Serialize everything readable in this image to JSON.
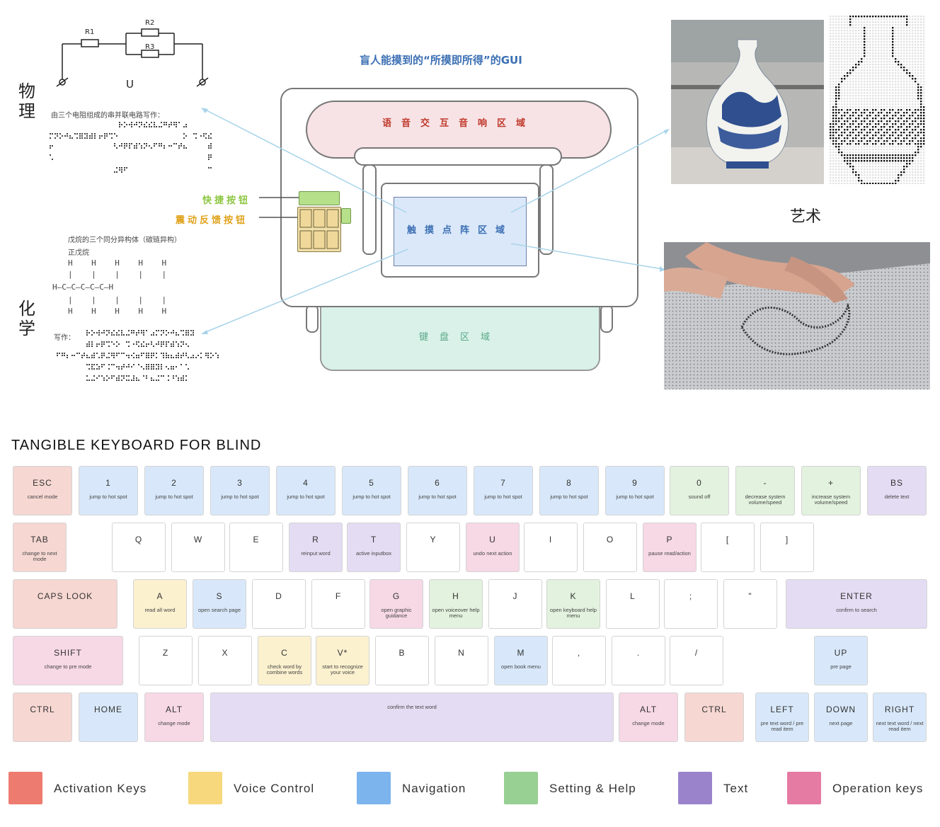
{
  "colors": {
    "activation": "#ee7b6f",
    "voice": "#f7d87c",
    "navigation": "#7cb4ee",
    "setting": "#98cf93",
    "text": "#9b83cc",
    "operation": "#e57aa3",
    "activation_light": "#f6d7d2",
    "voice_light": "#fbf1cf",
    "navigation_light": "#d8e8fa",
    "setting_light": "#e2f2de",
    "text_light": "#e4dcf3",
    "operation_light": "#f7d8e5",
    "plain": "#ffffff"
  },
  "top": {
    "gui_title": "盲人能摸到的“所摸即所得”的GUI",
    "subject_physics": "物理",
    "subject_chemistry": "化学",
    "subject_art": "艺术",
    "speaker_zone": "语音交互音响区域",
    "touch_zone": "触摸点阵区域",
    "keyboard_zone": "键盘区域",
    "shortcut_button": "快捷按钮",
    "vibration_button": "震动反馈按钮",
    "physics": {
      "r1": "R1",
      "r2": "R2",
      "r3": "R3",
      "u": "U",
      "caption": "由三个电阻组成的串并联电路写作："
    },
    "chemistry": {
      "caption": "戊烷的三个同分异构体（碳链异构）",
      "sub": "正戊烷",
      "row_h": "H    H    H    H    H",
      "row_bar": "|    |    |    |    |",
      "row_chain": "H—C—C—C—C—C—H",
      "write": "写作："
    }
  },
  "keyboard": {
    "title": "TANGIBLE KEYBOARD FOR BLIND",
    "rows": [
      [
        {
          "label": "ESC",
          "sub": "cancel mode",
          "cat": "activation_light"
        },
        {
          "label": "1",
          "sub": "jump to hot spot",
          "cat": "navigation_light"
        },
        {
          "label": "2",
          "sub": "jump to hot spot",
          "cat": "navigation_light"
        },
        {
          "label": "3",
          "sub": "jump to hot spot",
          "cat": "navigation_light"
        },
        {
          "label": "4",
          "sub": "jump to hot spot",
          "cat": "navigation_light"
        },
        {
          "label": "5",
          "sub": "jump to hot spot",
          "cat": "navigation_light"
        },
        {
          "label": "6",
          "sub": "jump to hot spot",
          "cat": "navigation_light"
        },
        {
          "label": "7",
          "sub": "jump to hot spot",
          "cat": "navigation_light"
        },
        {
          "label": "8",
          "sub": "jump to hot spot",
          "cat": "navigation_light"
        },
        {
          "label": "9",
          "sub": "jump to hot spot",
          "cat": "navigation_light"
        },
        {
          "label": "0",
          "sub": "sound off",
          "cat": "setting_light"
        },
        {
          "label": "-",
          "sub": "decrease system volume/speed",
          "cat": "setting_light"
        },
        {
          "label": "+",
          "sub": "increase system volume/speed",
          "cat": "setting_light"
        },
        {
          "label": "BS",
          "sub": "delete text",
          "cat": "text_light"
        }
      ],
      [
        {
          "label": "TAB",
          "sub": "change to next mode",
          "cat": "activation_light"
        },
        {
          "label": "Q",
          "sub": "",
          "cat": "plain"
        },
        {
          "label": "W",
          "sub": "",
          "cat": "plain"
        },
        {
          "label": "E",
          "sub": "",
          "cat": "plain"
        },
        {
          "label": "R",
          "sub": "reinput word",
          "cat": "text_light"
        },
        {
          "label": "T",
          "sub": "active inputbox",
          "cat": "text_light"
        },
        {
          "label": "Y",
          "sub": "",
          "cat": "plain"
        },
        {
          "label": "U",
          "sub": "undo next action",
          "cat": "operation_light"
        },
        {
          "label": "I",
          "sub": "",
          "cat": "plain"
        },
        {
          "label": "O",
          "sub": "",
          "cat": "plain"
        },
        {
          "label": "P",
          "sub": "pause read/action",
          "cat": "operation_light"
        },
        {
          "label": "[",
          "sub": "",
          "cat": "plain"
        },
        {
          "label": "]",
          "sub": "",
          "cat": "plain"
        }
      ],
      [
        {
          "label": "CAPS LOOK",
          "sub": "",
          "cat": "activation_light"
        },
        {
          "label": "A",
          "sub": "read all word",
          "cat": "voice_light"
        },
        {
          "label": "S",
          "sub": "open search page",
          "cat": "navigation_light"
        },
        {
          "label": "D",
          "sub": "",
          "cat": "plain"
        },
        {
          "label": "F",
          "sub": "",
          "cat": "plain"
        },
        {
          "label": "G",
          "sub": "open graphic guidance",
          "cat": "operation_light"
        },
        {
          "label": "H",
          "sub": "open voiceover help menu",
          "cat": "setting_light"
        },
        {
          "label": "J",
          "sub": "",
          "cat": "plain"
        },
        {
          "label": "K",
          "sub": "open keyboard help menu",
          "cat": "setting_light"
        },
        {
          "label": "L",
          "sub": "",
          "cat": "plain"
        },
        {
          "label": ";",
          "sub": "",
          "cat": "plain"
        },
        {
          "label": "\"",
          "sub": "",
          "cat": "plain"
        },
        {
          "label": "ENTER",
          "sub": "confirm to search",
          "cat": "text_light"
        }
      ],
      [
        {
          "label": "SHIFT",
          "sub": "change to pre mode",
          "cat": "operation_light"
        },
        {
          "label": "Z",
          "sub": "",
          "cat": "plain"
        },
        {
          "label": "X",
          "sub": "",
          "cat": "plain"
        },
        {
          "label": "C",
          "sub": "check word by combine words",
          "cat": "voice_light"
        },
        {
          "label": "V*",
          "sub": "start to recognize your voice",
          "cat": "voice_light"
        },
        {
          "label": "B",
          "sub": "",
          "cat": "plain"
        },
        {
          "label": "N",
          "sub": "",
          "cat": "plain"
        },
        {
          "label": "M",
          "sub": "open book menu",
          "cat": "navigation_light"
        },
        {
          "label": ",",
          "sub": "",
          "cat": "plain"
        },
        {
          "label": ".",
          "sub": "",
          "cat": "plain"
        },
        {
          "label": "/",
          "sub": "",
          "cat": "plain"
        },
        {
          "label": "UP",
          "sub": "pre page",
          "cat": "navigation_light"
        }
      ],
      [
        {
          "label": "CTRL",
          "sub": "",
          "cat": "activation_light"
        },
        {
          "label": "HOME",
          "sub": "",
          "cat": "navigation_light"
        },
        {
          "label": "ALT",
          "sub": "change mode",
          "cat": "operation_light"
        },
        {
          "label": "",
          "sub": "confirm the text word",
          "cat": "text_light"
        },
        {
          "label": "ALT",
          "sub": "change mode",
          "cat": "operation_light"
        },
        {
          "label": "CTRL",
          "sub": "",
          "cat": "activation_light"
        },
        {
          "label": "LEFT",
          "sub": "pre text word / pre read item",
          "cat": "navigation_light"
        },
        {
          "label": "DOWN",
          "sub": "next page",
          "cat": "navigation_light"
        },
        {
          "label": "RIGHT",
          "sub": "next text word / next read item",
          "cat": "navigation_light"
        }
      ]
    ]
  },
  "legend": [
    {
      "label": "Activation Keys",
      "color": "activation"
    },
    {
      "label": "Voice Control",
      "color": "voice"
    },
    {
      "label": "Navigation",
      "color": "navigation"
    },
    {
      "label": "Setting & Help",
      "color": "setting"
    },
    {
      "label": "Text",
      "color": "text"
    },
    {
      "label": "Operation keys",
      "color": "operation"
    }
  ]
}
